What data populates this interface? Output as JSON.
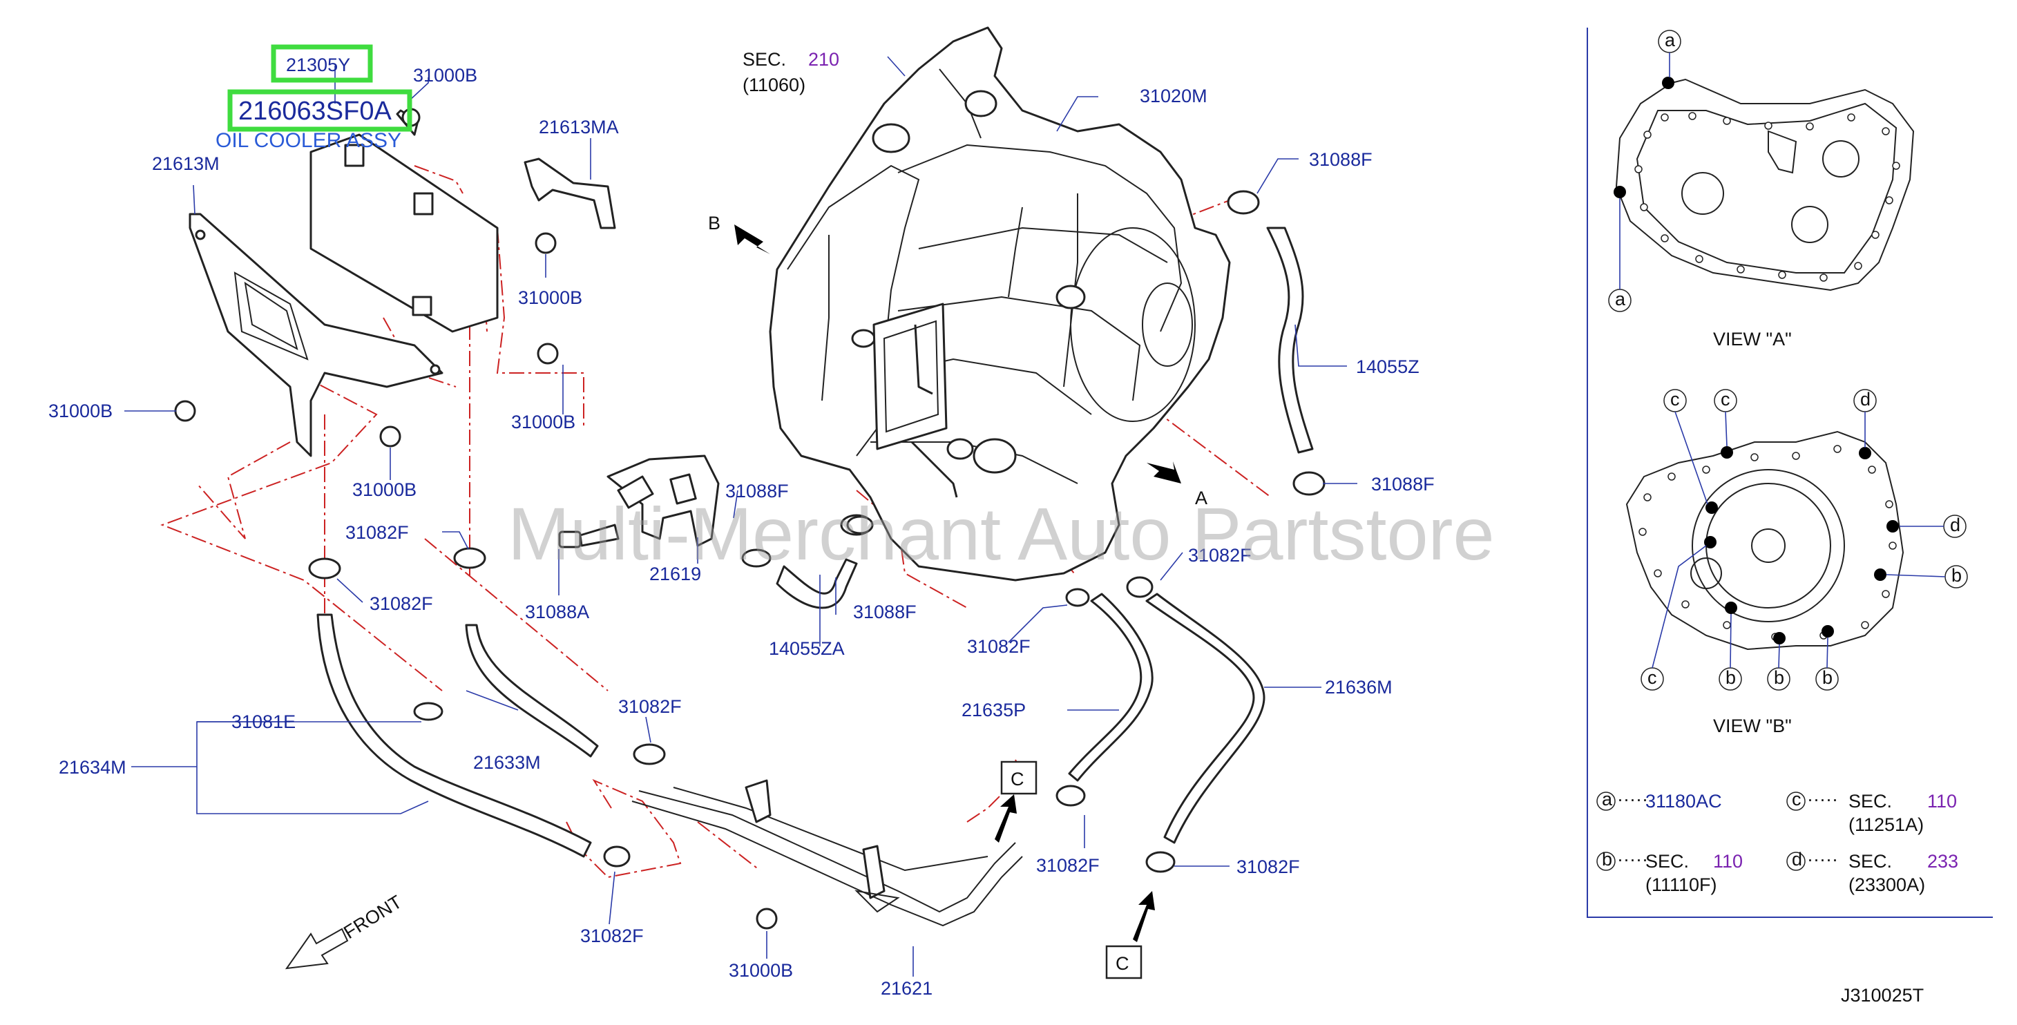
{
  "diagram_code": "J310025T",
  "watermark": "Multi-Merchant Auto Partstore",
  "highlighted": {
    "primary": "21305Y",
    "secondary": "216063SF0A",
    "caption": "OIL COOLER ASSY"
  },
  "sec_ref": {
    "prefix": "SEC.",
    "number": "210",
    "sub": "(11060)"
  },
  "arrows": {
    "a": "A",
    "b": "B",
    "c": "C",
    "front": "FRONT"
  },
  "parts": {
    "p31000b": "31000B",
    "p21613ma": "21613MA",
    "p21613m": "21613M",
    "p31020m": "31020M",
    "p31088f": "31088F",
    "p14055z": "14055Z",
    "p31082f": "31082F",
    "p31088a": "31088A",
    "p21619": "21619",
    "p14055za": "14055ZA",
    "p31081e": "31081E",
    "p21634m": "21634M",
    "p21633m": "21633M",
    "p21635p": "21635P",
    "p21636m": "21636M",
    "p21621": "21621"
  },
  "views": {
    "a_title": "VIEW  \"A\"",
    "b_title": "VIEW  \"B\"",
    "tag_a": "a",
    "tag_b": "b",
    "tag_c": "c",
    "tag_d": "d"
  },
  "legend": {
    "a_code": "31180AC",
    "dots": "·····",
    "sec": "SEC.",
    "b_num": "110",
    "b_sub": "(11110F)",
    "c_num": "110",
    "c_sub": "(11251A)",
    "d_num": "233",
    "d_sub": "(23300A)"
  }
}
